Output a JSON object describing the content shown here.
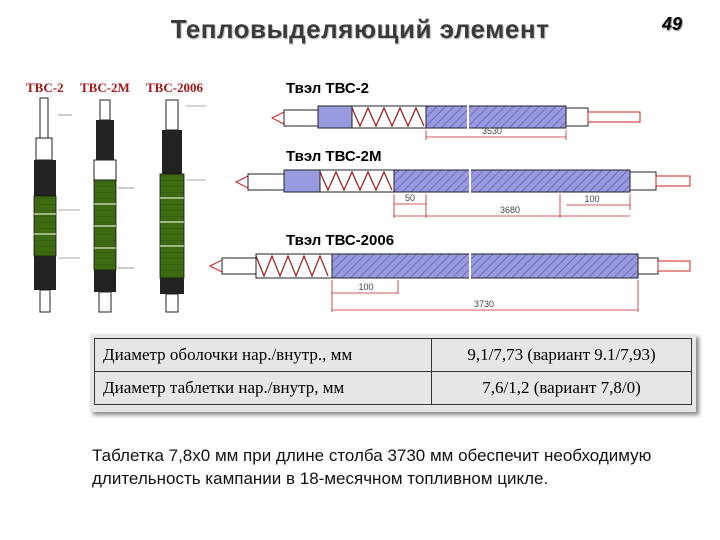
{
  "header": {
    "title": "Тепловыделяющий элемент",
    "page_number": "49"
  },
  "assemblies": [
    {
      "label": "ТВС-2"
    },
    {
      "label": "ТВС-2М"
    },
    {
      "label": "ТВС-2006"
    }
  ],
  "rods": [
    {
      "title": "Твэл ТВС-2",
      "dimensions": [
        "3530"
      ]
    },
    {
      "title": "Твэл ТВС-2М",
      "dimensions": [
        "50",
        "3680",
        "100"
      ]
    },
    {
      "title": "Твэл ТВС-2006",
      "dimensions": [
        "100",
        "3730"
      ]
    }
  ],
  "colors": {
    "title_gray": "#3a3a3a",
    "assembly_green": "#3e6b12",
    "rod_purple": "#8c8cd8",
    "dimension_red": "#cc2020",
    "label_red": "#a01818"
  },
  "specs": {
    "rows": [
      {
        "param": "Диаметр оболочки нар./внутр., мм",
        "value": "9,1/7,73 (вариант 9.1/7,93)"
      },
      {
        "param": "Диаметр таблетки нар./внутр, мм",
        "value": "7,6/1,2 (вариант 7,8/0)"
      }
    ]
  },
  "note": "Таблетка 7,8х0 мм при длине столба 3730 мм обеспечит необходимую длительность кампании в 18-месячном топливном цикле."
}
